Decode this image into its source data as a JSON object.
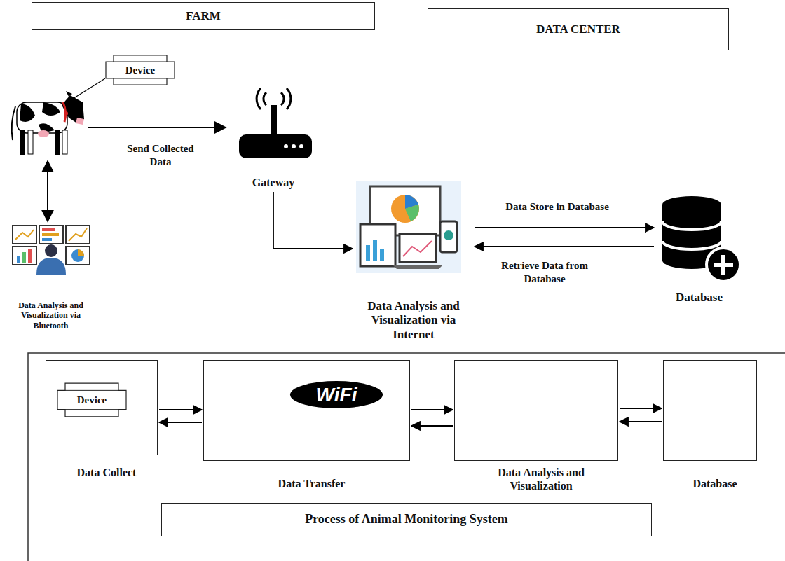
{
  "diagram": {
    "nodes": [
      {
        "text": [
          "FARM"
        ]
      },
      {
        "text": [
          "DATA CENTER"
        ]
      },
      {
        "text": [
          "Device"
        ]
      },
      {
        "text": [
          "Gateway"
        ]
      },
      {
        "text": [
          "Data Analysis and Visualization via Internet"
        ]
      },
      {
        "text": [
          "Database"
        ]
      },
      {
        "text": [
          "Data Analysis and Visualization via Bluetooth"
        ]
      },
      {
        "text": [
          "Data Collect"
        ]
      },
      {
        "text": [
          "Device"
        ],
        "in": 7
      },
      {
        "text": [
          "Data Transfer"
        ]
      },
      {
        "text": [
          "Data Analysis and Visualization"
        ]
      },
      {
        "text": [
          "Database"
        ]
      },
      {
        "text": [
          "Process of Animal Monitoring System"
        ]
      }
    ],
    "edges": [
      {
        "from": 3,
        "to": 4,
        "arrow": "to"
      },
      {
        "from": 4,
        "to": 5,
        "label": "Data Store in Database",
        "arrow": "to"
      },
      {
        "from": 5,
        "to": 4,
        "label": "Retrieve Data from Database",
        "arrow": "to"
      },
      {
        "from": 7,
        "to": 9,
        "arrow": "to"
      },
      {
        "from": 9,
        "to": 7,
        "arrow": "to"
      },
      {
        "from": 9,
        "to": 10,
        "arrow": "to"
      },
      {
        "from": 10,
        "to": 9,
        "arrow": "to"
      },
      {
        "from": 10,
        "to": 11,
        "arrow": "to"
      },
      {
        "from": 11,
        "to": 10,
        "arrow": "to"
      }
    ],
    "labels": [
      "Send Collected Data",
      "WiFi"
    ]
  }
}
